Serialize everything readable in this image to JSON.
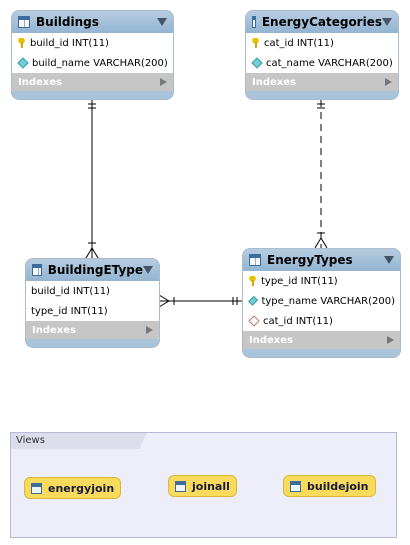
{
  "tables": {
    "buildings": {
      "title": "Buildings",
      "columns": [
        {
          "icon": "key-icon",
          "text": "build_id INT(11)"
        },
        {
          "icon": "column-icon",
          "text": "build_name VARCHAR(200)"
        }
      ],
      "indexes_label": "Indexes"
    },
    "energy_categories": {
      "title": "EnergyCategories",
      "columns": [
        {
          "icon": "key-icon",
          "text": "cat_id INT(11)"
        },
        {
          "icon": "column-icon",
          "text": "cat_name VARCHAR(200)"
        }
      ],
      "indexes_label": "Indexes"
    },
    "building_etype": {
      "title": "BuildingEType",
      "columns": [
        {
          "icon": "none",
          "text": "build_id INT(11)"
        },
        {
          "icon": "none",
          "text": "type_id INT(11)"
        }
      ],
      "indexes_label": "Indexes"
    },
    "energy_types": {
      "title": "EnergyTypes",
      "columns": [
        {
          "icon": "key-icon",
          "text": "type_id INT(11)"
        },
        {
          "icon": "column-icon",
          "text": "type_name VARCHAR(200)"
        },
        {
          "icon": "foreign-key-icon",
          "text": "cat_id INT(11)"
        }
      ],
      "indexes_label": "Indexes"
    }
  },
  "views_panel": {
    "label": "Views",
    "views": [
      "energyjoin",
      "joinall",
      "buildejoin"
    ]
  },
  "colors": {
    "table_header": "#a9c3da",
    "view_fill": "#f8db5c",
    "views_panel": "#eeeefa"
  }
}
